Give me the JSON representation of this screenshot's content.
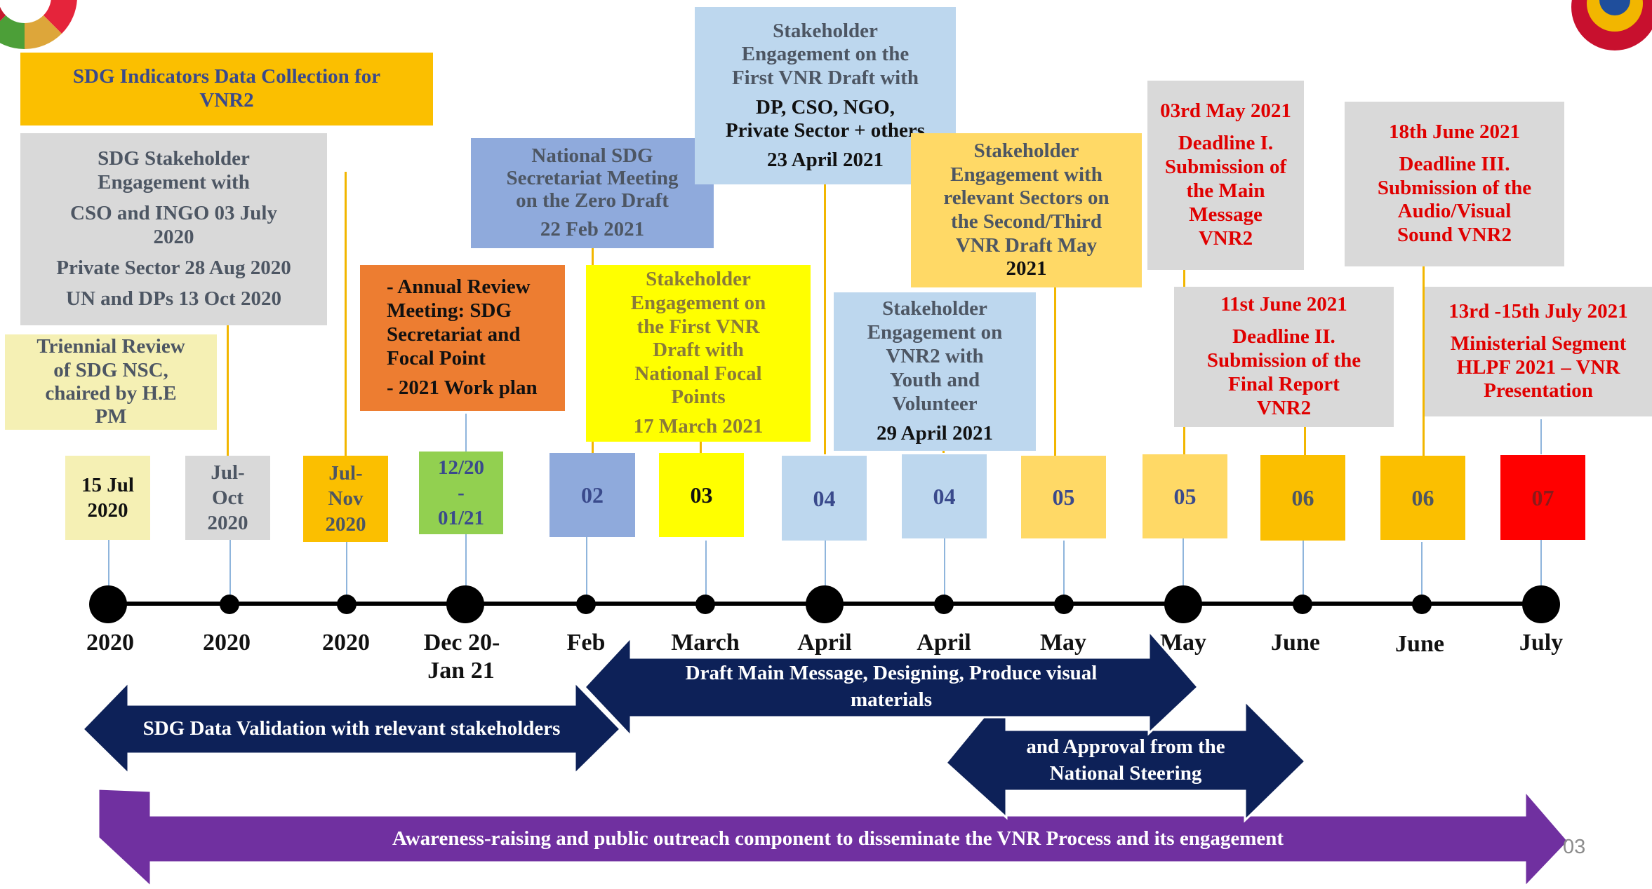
{
  "boxes": {
    "sdg_data_collection": [
      "SDG Indicators Data Collection for",
      "VNR2"
    ],
    "stakeholder_cso": [
      "SDG Stakeholder",
      "Engagement with",
      "CSO and INGO 03 July",
      "2020",
      "Private Sector 28 Aug 2020",
      "UN and DPs 13 Oct 2020"
    ],
    "triennial": [
      "Triennial Review",
      "of SDG NSC,",
      "chaired by H.E",
      "PM"
    ],
    "annual_review": [
      "- Annual Review",
      "Meeting: SDG",
      "Secretariat and",
      "Focal Point",
      "- 2021 Work plan"
    ],
    "national_secretariat": [
      "National SDG",
      "Secretariat Meeting",
      "on the Zero Draft",
      "22 Feb 2021"
    ],
    "first_draft_dp": [
      "Stakeholder",
      "Engagement on the",
      "First VNR Draft with",
      "DP, CSO, NGO,",
      "Private Sector + others",
      "23 April 2021"
    ],
    "first_draft_focal": [
      "Stakeholder",
      "Engagement on",
      "the First VNR",
      "Draft with",
      "National Focal",
      "Points",
      "17 March 2021"
    ],
    "youth": [
      "Stakeholder",
      "Engagement on",
      "VNR2 with",
      "Youth and",
      "Volunteer",
      "29 April 2021"
    ],
    "second_third": [
      "Stakeholder",
      "Engagement with",
      "relevant Sectors on",
      "the Second/Third",
      "VNR Draft May",
      "2021"
    ],
    "deadline1": [
      "03rd May 2021",
      "Deadline I.",
      "Submission of",
      "the Main",
      "Message",
      "VNR2"
    ],
    "deadline2": [
      "11st June 2021",
      "Deadline II.",
      "Submission of the",
      "Final Report",
      "VNR2"
    ],
    "deadline3": [
      "18th June 2021",
      "Deadline III.",
      "Submission of the",
      "Audio/Visual",
      "Sound VNR2"
    ],
    "ministerial": [
      "13rd -15th July 2021",
      "Ministerial Segment",
      "HLPF 2021 – VNR",
      "Presentation"
    ]
  },
  "squares": [
    "15 Jul 2020",
    "Jul-Oct 2020",
    "Jul-Nov 2020",
    "12/20 - 01/21",
    "02",
    "03",
    "04",
    "04",
    "05",
    "05",
    "06",
    "06",
    "07"
  ],
  "axis_labels": [
    "2020",
    "2020",
    "2020",
    "Dec 20-",
    "Jan 21",
    "Feb",
    "March",
    "April",
    "April",
    "May",
    "May",
    "June",
    "June",
    "July"
  ],
  "arrows": {
    "data_validation": "SDG Data Validation with relevant stakeholders",
    "draft_main": "Draft Main Message, Designing, Produce visual materials",
    "approval": "and Approval from the National Steering",
    "awareness": "Awareness-raising and public outreach component to disseminate the VNR Process and its engagement"
  },
  "page_number": "03",
  "colors": {
    "gold": "#fbbf00",
    "grey": "#d9d9d9",
    "pale_yellow": "#f5f0b4",
    "orange": "#ed7d31",
    "periwinkle": "#8faadc",
    "light_blue": "#bdd7ee",
    "yellow": "#ffff00",
    "light_gold": "#ffd966",
    "green": "#92d050",
    "red": "#ff0000",
    "navy": "#0d2158",
    "purple": "#7030a0",
    "red_text": "#e00000"
  }
}
